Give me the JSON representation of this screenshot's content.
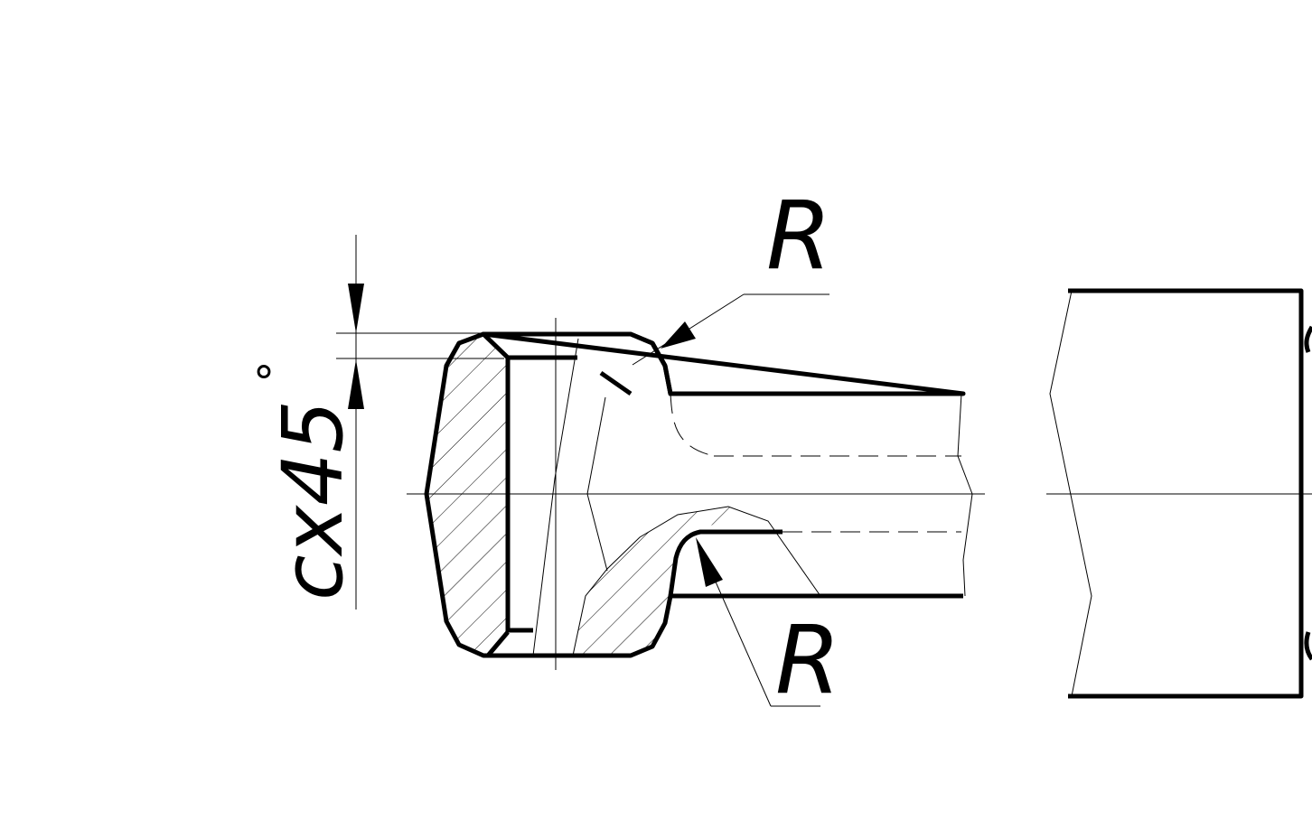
{
  "labels": {
    "chamfer": "cx45",
    "degree": "°",
    "radius_top": "R",
    "radius_bottom": "R"
  },
  "colors": {
    "line": "#000000",
    "background": "#ffffff"
  }
}
